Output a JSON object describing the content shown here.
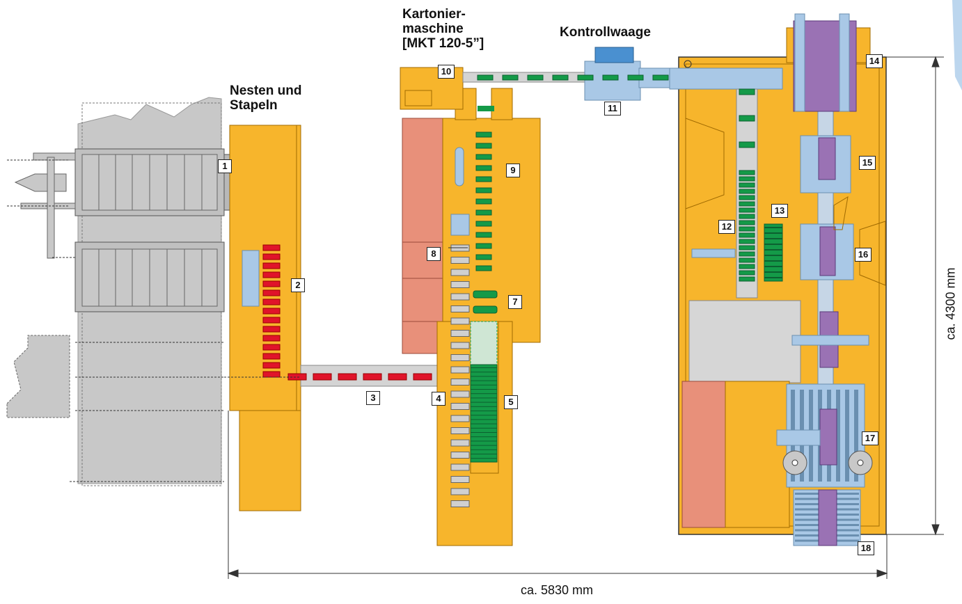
{
  "headings": {
    "nesten": "Nesten und\nStapeln",
    "kartonier_line1": "Kartonier-",
    "kartonier_line2": "maschine",
    "kartonier_line3": "[MKT 120-5”]",
    "kontrollwaage": "Kontrollwaage"
  },
  "dimensions": {
    "width_label": "ca. 5830 mm",
    "height_label": "ca. 4300 mm"
  },
  "callouts": [
    "1",
    "2",
    "3",
    "4",
    "5",
    "7",
    "8",
    "9",
    "10",
    "11",
    "12",
    "13",
    "14",
    "15",
    "16",
    "17",
    "18"
  ],
  "colors": {
    "machine_yellow": "#f7b52c",
    "frame_orange": "#e8a020",
    "grey_body": "#c8c8c8",
    "light_blue": "#a9c8e6",
    "steel_blue": "#8fb4d8",
    "green": "#149a48",
    "red": "#e0142a",
    "salmon": "#e8907a",
    "purple": "#9a72b4",
    "conveyor_grey": "#d4d4d4"
  }
}
